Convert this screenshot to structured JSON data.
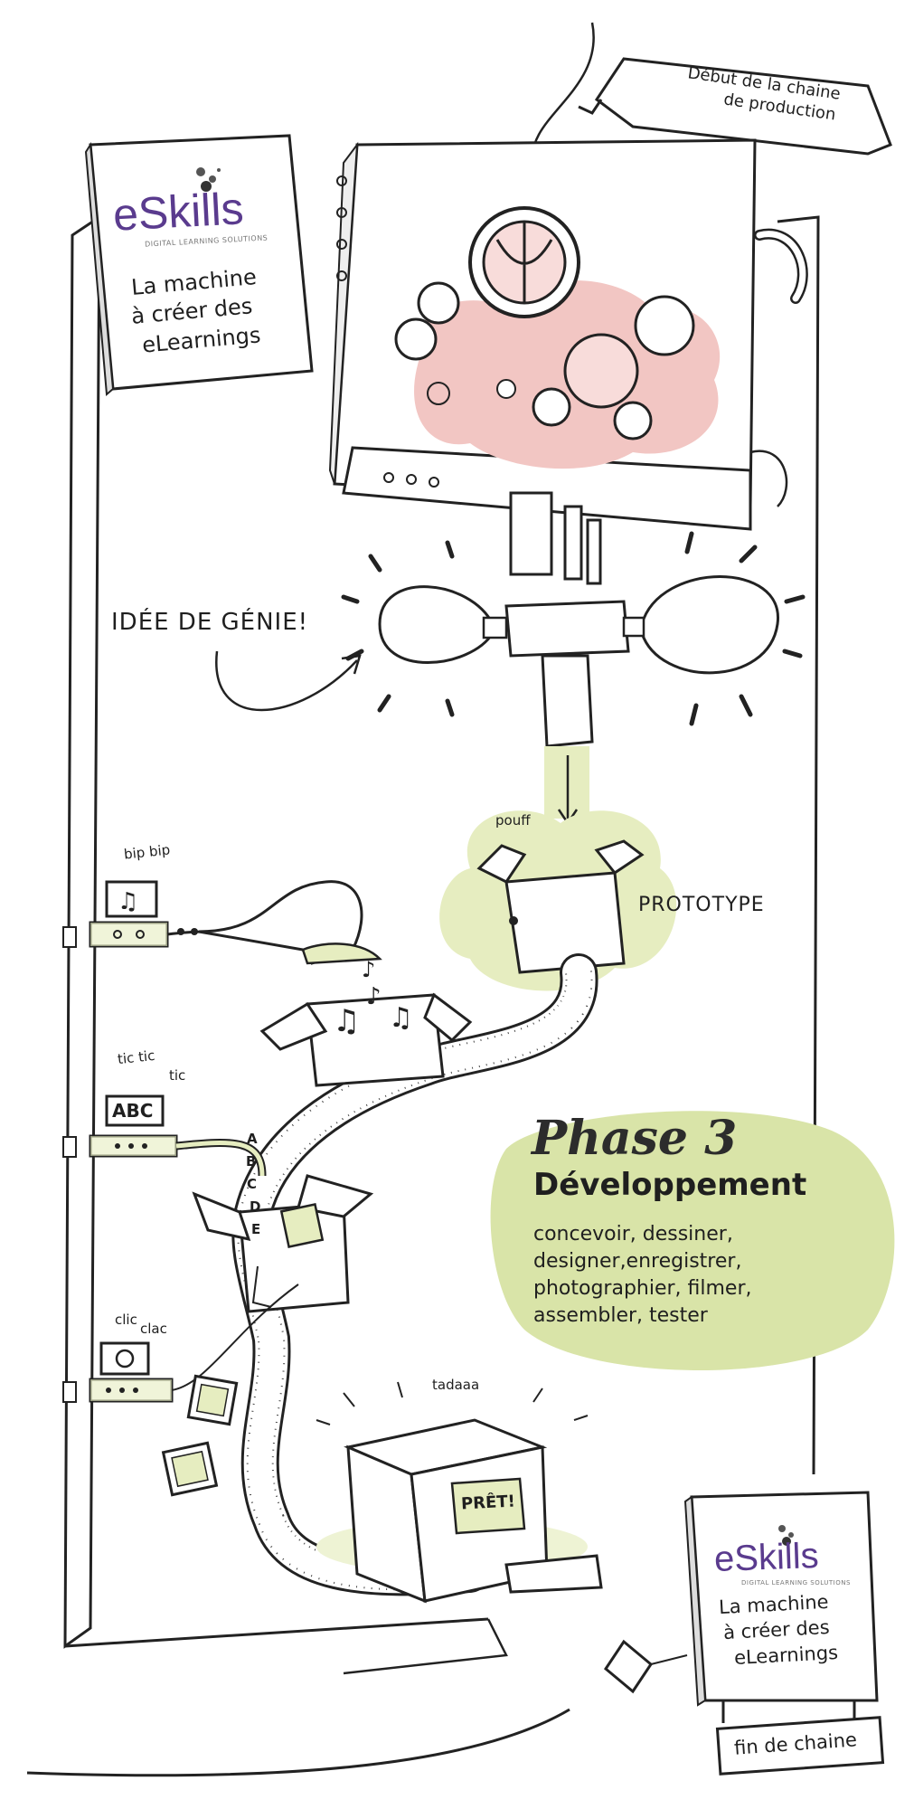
{
  "brand": {
    "logo": "eSkills",
    "tagline": "DIGITAL LEARNING SOLUTIONS",
    "colors": {
      "purple": "#5a3b8e",
      "pink": "#f2c6c3",
      "green": "#e3ebb8",
      "ink": "#222222"
    }
  },
  "top_sticker": {
    "line1": "La machine",
    "line2": "à créer des",
    "line3": "eLearnings"
  },
  "bottom_sticker": {
    "line1": "La machine",
    "line2": "à créer des",
    "line3": "eLearnings"
  },
  "start_banner": {
    "line1": "Début de la chaine",
    "line2": "de production"
  },
  "end_label": "fin de chaine",
  "idea_label": "IDÉE DE GÉNIE!",
  "pouff_label": "pouff",
  "prototype_label": "PROTOTYPE",
  "sounds": {
    "bip": "bip bip",
    "tic1": "tic tic",
    "tic2": "tic",
    "clic": "clic",
    "clac": "clac",
    "tadaaa": "tadaaa"
  },
  "abc_label": "ABC",
  "letters": [
    "A",
    "B",
    "C",
    "D",
    "E"
  ],
  "ready_label": "PRÊT!",
  "phase": {
    "title": "Phase 3",
    "subtitle": "Développement",
    "line1": "concevoir, dessiner,",
    "line2": "designer,enregistrer,",
    "line3": "photographier, filmer,",
    "line4": "assembler, tester"
  }
}
